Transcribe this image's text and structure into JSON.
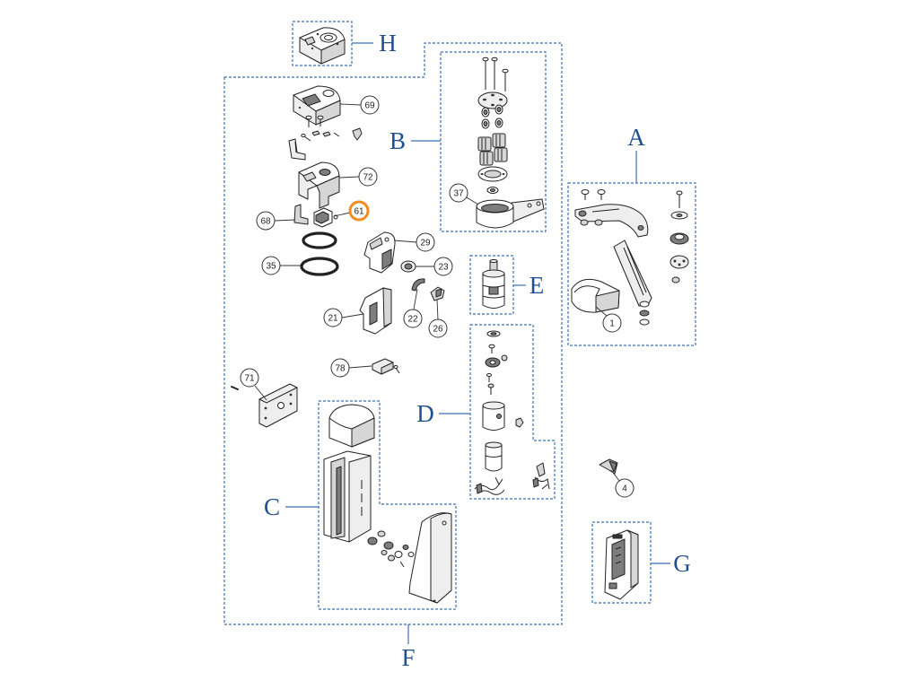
{
  "diagram": {
    "section_labels": [
      "H",
      "F",
      "B",
      "A",
      "E",
      "D",
      "C",
      "G"
    ],
    "part_callouts": [
      {
        "number": "69",
        "highlighted": false
      },
      {
        "number": "72",
        "highlighted": false
      },
      {
        "number": "61",
        "highlighted": true
      },
      {
        "number": "68",
        "highlighted": false
      },
      {
        "number": "35",
        "highlighted": false
      },
      {
        "number": "29",
        "highlighted": false
      },
      {
        "number": "23",
        "highlighted": false
      },
      {
        "number": "22",
        "highlighted": false
      },
      {
        "number": "26",
        "highlighted": false
      },
      {
        "number": "21",
        "highlighted": false
      },
      {
        "number": "78",
        "highlighted": false
      },
      {
        "number": "71",
        "highlighted": false
      },
      {
        "number": "37",
        "highlighted": false
      },
      {
        "number": "1",
        "highlighted": false
      },
      {
        "number": "4",
        "highlighted": false
      }
    ]
  },
  "colors": {
    "section_outline": "#3b72b8",
    "section_label": "#1f4f8f",
    "highlight": "#f28c1e",
    "line_art": "#222222"
  }
}
